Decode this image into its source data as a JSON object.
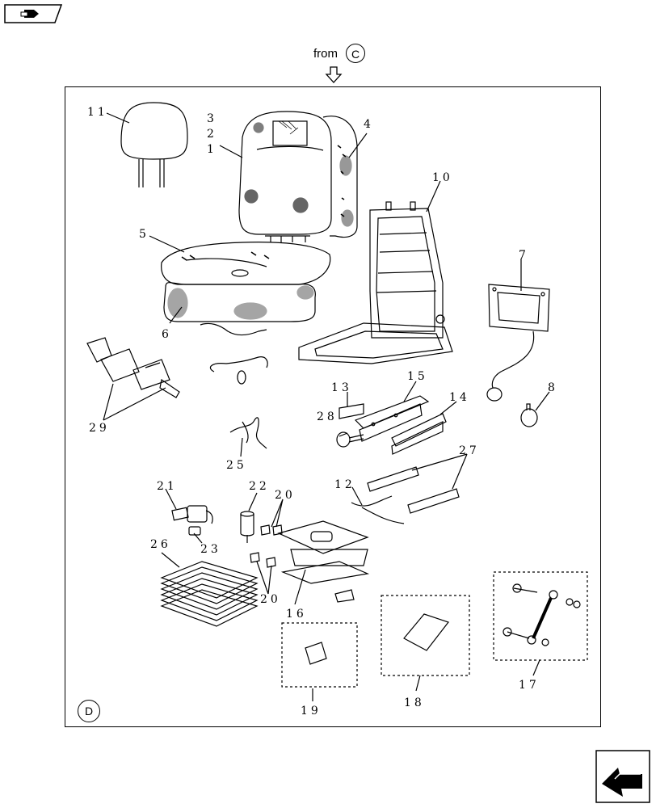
{
  "header": {
    "book_icon": "book-open-arrow-icon",
    "from_label": "from",
    "from_view": "C"
  },
  "view_label": "D",
  "callouts": {
    "c1": "1",
    "c2": "2",
    "c3": "3",
    "c4": "4",
    "c5": "5",
    "c6": "6",
    "c7": "7",
    "c8": "8",
    "c10": "10",
    "c11": "11",
    "c12": "12",
    "c13": "13",
    "c14": "14",
    "c15": "15",
    "c16": "16",
    "c17": "17",
    "c18": "18",
    "c19": "19",
    "c20a": "20",
    "c20b": "20",
    "c21": "21",
    "c22": "22",
    "c23": "23",
    "c25": "25",
    "c26": "26",
    "c27": "27",
    "c28": "28",
    "c29": "29"
  },
  "footer": {
    "next_icon": "arrow-next-icon"
  }
}
